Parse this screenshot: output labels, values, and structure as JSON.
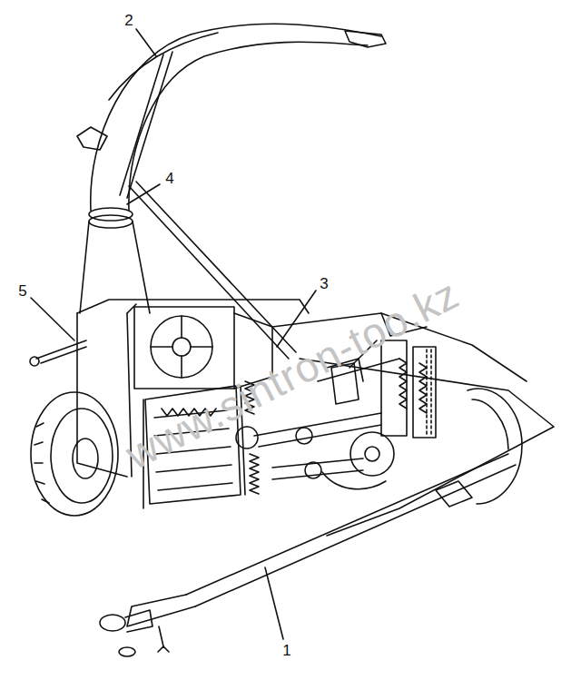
{
  "diagram": {
    "labels": [
      "1",
      "2",
      "3",
      "4",
      "5",
      "www.sintron-too.kz"
    ]
  }
}
